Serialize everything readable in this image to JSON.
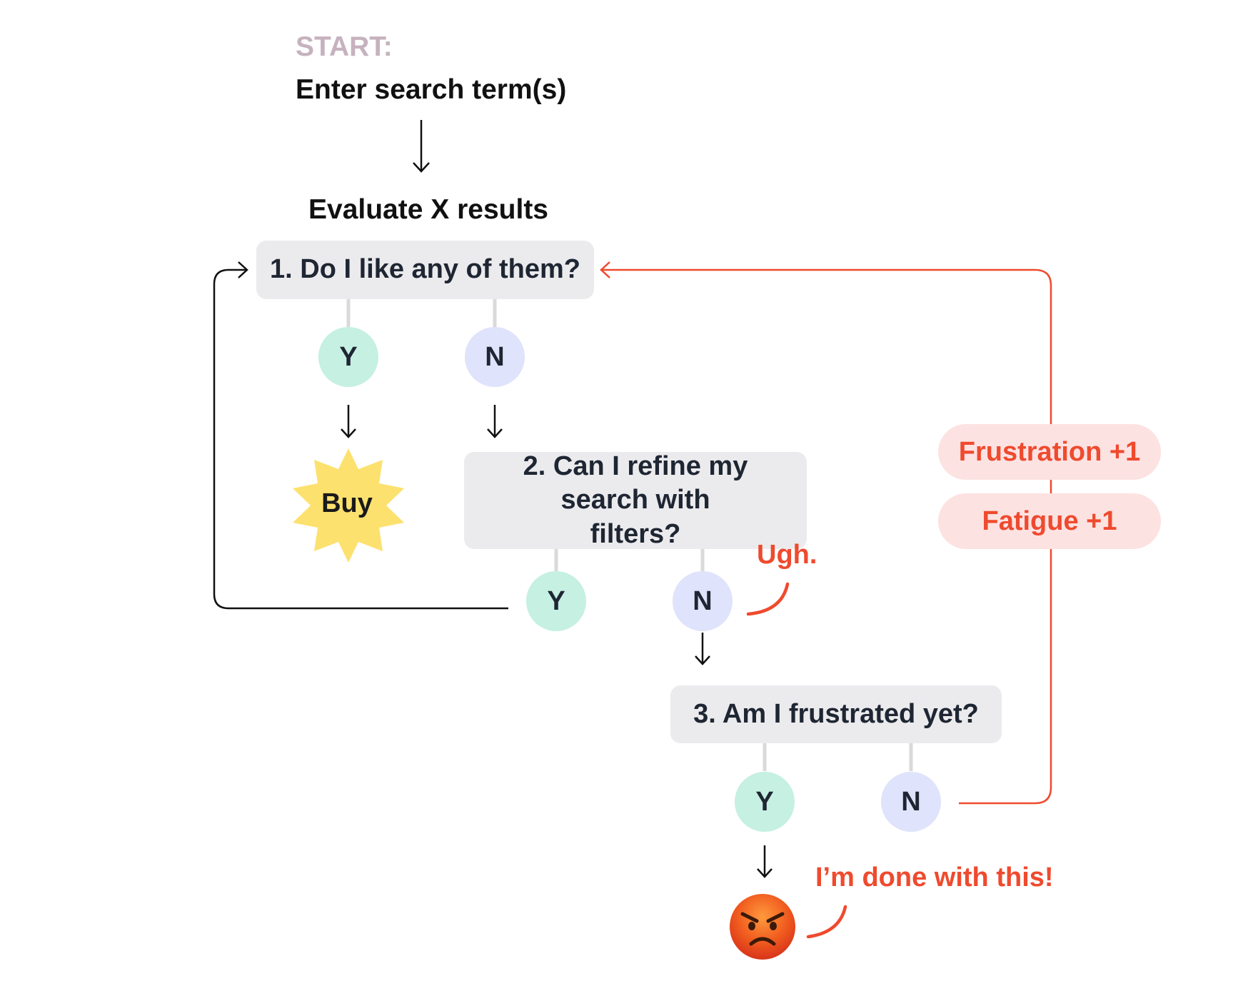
{
  "start": {
    "label": "START:",
    "text": "Enter search term(s)"
  },
  "evaluate": {
    "text": "Evaluate X results"
  },
  "questions": {
    "q1": "1. Do I like any of them?",
    "q2": "2. Can I refine my search with filters?",
    "q3": "3. Am I frustrated yet?"
  },
  "answers": {
    "yes": "Y",
    "no": "N"
  },
  "buy": {
    "label": "Buy"
  },
  "counters": {
    "frustration": "Frustration +1",
    "fatigue": "Fatigue +1"
  },
  "notes": {
    "ugh": "Ugh.",
    "done": "I’m done with this!"
  },
  "colors": {
    "yes_fill": "#c5f0e2",
    "no_fill": "#dfe3fb",
    "box_fill": "#ebebed",
    "accent_red": "#ef4a2e",
    "pill_fill": "#fde2e2",
    "buy_star": "#fde16e",
    "start_label": "#c6b2be"
  },
  "icons": {
    "outcome": "angry-face-icon",
    "buy": "star-burst-icon"
  }
}
